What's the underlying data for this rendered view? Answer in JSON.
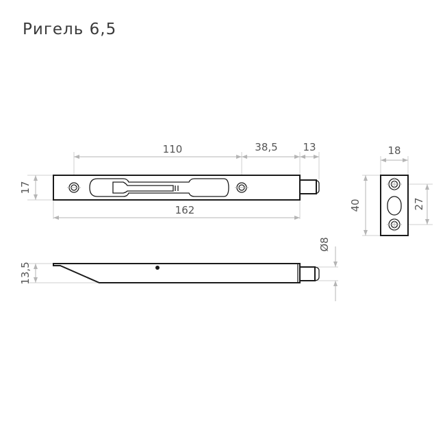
{
  "title": "Ригель 6,5",
  "top_view": {
    "dimensions": {
      "hole_spacing": "110",
      "hole_to_end": "38,5",
      "pin_length": "13",
      "total_length": "162",
      "height": "17"
    }
  },
  "side_view": {
    "dimensions": {
      "thickness": "13,5",
      "pin_diameter": "Ø8"
    }
  },
  "strike_plate": {
    "dimensions": {
      "width": "18",
      "height": "40",
      "hole_spacing": "27"
    }
  },
  "colors": {
    "outline": "#1a1a1a",
    "dimension_line": "#b5b5b5",
    "text": "#555555"
  }
}
